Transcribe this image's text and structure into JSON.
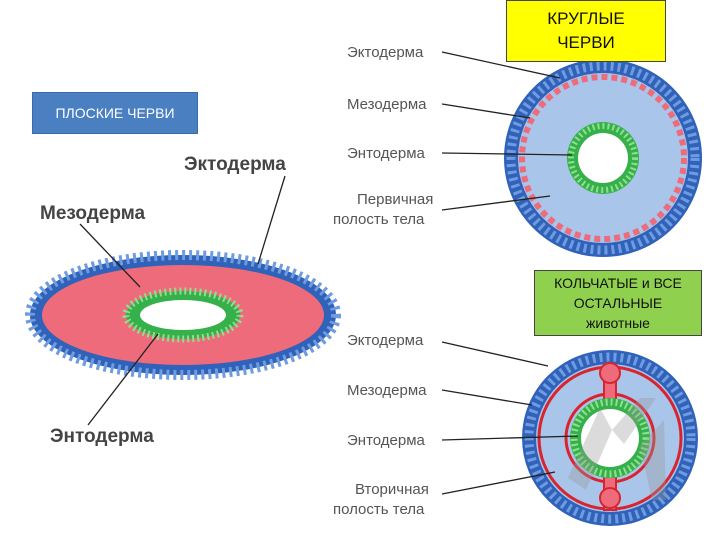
{
  "boxes": {
    "flat": "ПЛОСКИЕ  ЧЕРВИ",
    "round_line1": "КРУГЛЫЕ",
    "round_line2": "ЧЕРВИ",
    "annel_line1": "КОЛЬЧАТЫЕ  и ВСЕ",
    "annel_line2": "ОСТАЛЬНЫЕ",
    "annel_line3": "животные"
  },
  "flat_diagram": {
    "ectoderm": "Эктодерма",
    "mesoderm": "Мезодерма",
    "endoderm": "Энтодерма"
  },
  "round_diagram": {
    "ectoderm": "Эктодерма",
    "mesoderm": "Мезодерма",
    "endoderm": "Энтодерма",
    "cavity_line1": "Первичная",
    "cavity_line2": "полость тела"
  },
  "annel_diagram": {
    "ectoderm": "Эктодерма",
    "mesoderm": "Мезодерма",
    "endoderm": "Энтодерма",
    "cavity_line1": "Вторичная",
    "cavity_line2": "полость тела"
  },
  "colors": {
    "ectoderm": "#2f62b8",
    "mesoderm": "#ee6b7b",
    "endoderm": "#36b04a",
    "cavity": "#a9c5ea",
    "yellow_box": "#ffff00",
    "blue_box": "#4a7fc1",
    "green_box": "#8fd14f"
  }
}
